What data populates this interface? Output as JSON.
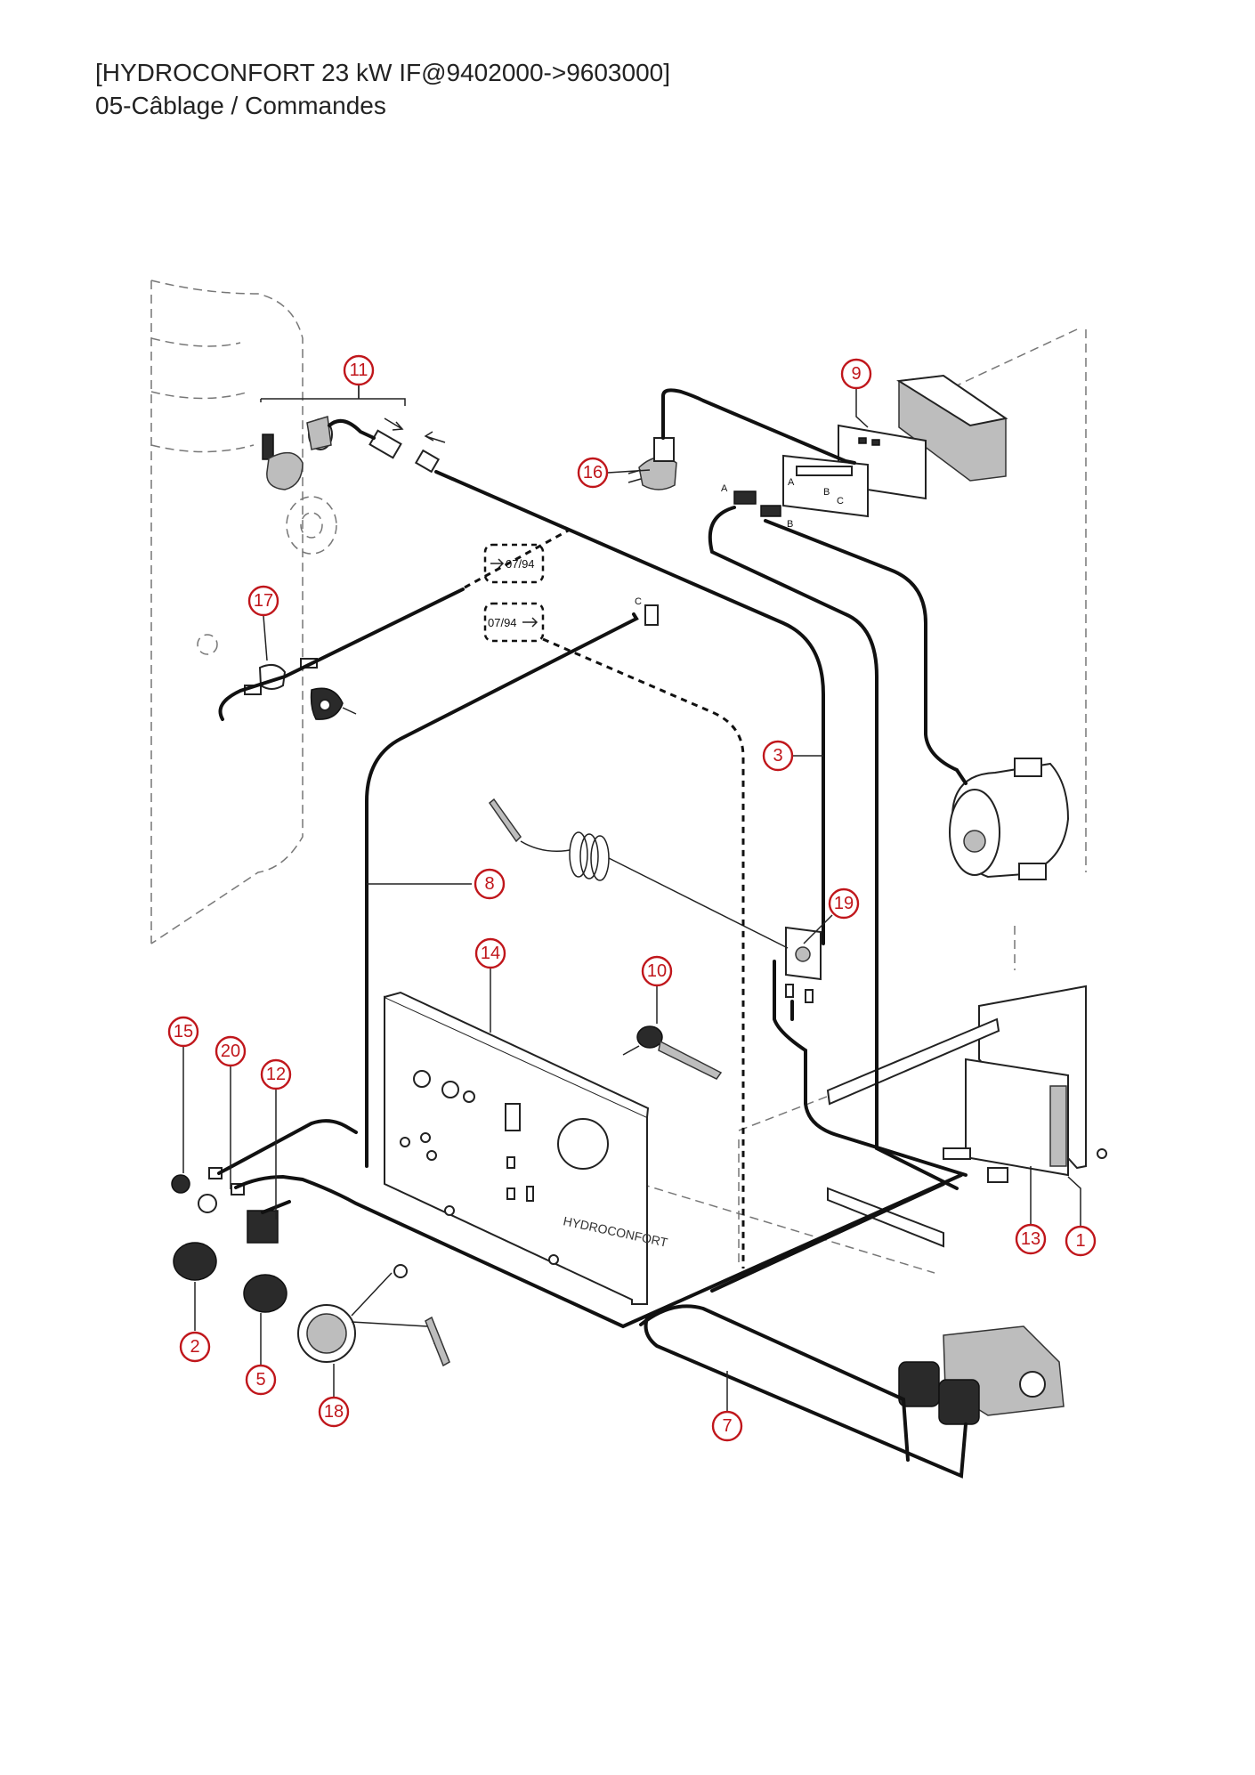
{
  "header": {
    "line1": "[HYDROCONFORT 23 kW IF@9402000->9603000]",
    "line2": "05-Câblage / Commandes"
  },
  "colors": {
    "callout": "#c0161b",
    "ink": "#111111"
  },
  "callouts": [
    "1",
    "2",
    "3",
    "5",
    "7",
    "8",
    "9",
    "10",
    "11",
    "12",
    "13",
    "14",
    "15",
    "16",
    "17",
    "18",
    "19",
    "20"
  ],
  "date_marks": {
    "upper": "07/94",
    "lower": "07/94"
  },
  "connector_letters": {
    "a": "A",
    "b": "B",
    "c": "C",
    "c_board": "C"
  },
  "panel_brand": "HYDROCONFORT"
}
